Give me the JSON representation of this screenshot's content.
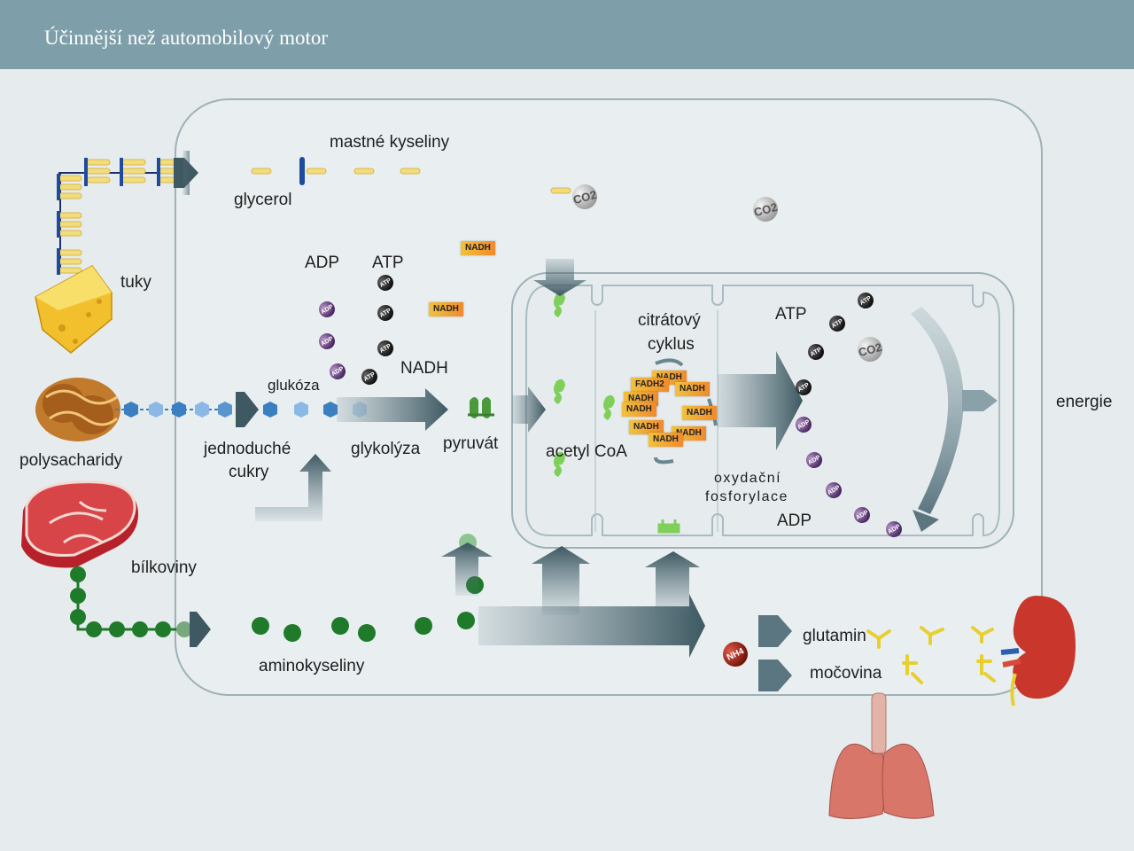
{
  "header": {
    "title": "Účinnější než automobilový motor"
  },
  "labels": {
    "mastne_kyseliny": "mastné kyseliny",
    "glycerol": "glycerol",
    "tuky": "tuky",
    "adp_top": "ADP",
    "atp_top": "ATP",
    "nadh_text": "NADH",
    "glukoza": "glukóza",
    "polysacharidy": "polysacharidy",
    "jednoduche": "jednoduché",
    "cukry": "cukry",
    "glykolyza": "glykolýza",
    "pyruvat": "pyruvát",
    "acetyl_coa": "acetyl CoA",
    "citratovy": "citrátový",
    "cyklus": "cyklus",
    "atp_right": "ATP",
    "adp_right": "ADP",
    "oxydacni": "oxydační",
    "fosforylace": "fosforylace",
    "energie": "energie",
    "bilkoviny": "bílkoviny",
    "aminokyseliny": "aminokyseliny",
    "glutamin": "glutamin",
    "mocovina": "močovina"
  },
  "badges": {
    "nadh": "NADH",
    "fadh": "FADH2"
  },
  "molecules": {
    "atp": "ATP",
    "adp": "ADP",
    "co2": "CO2",
    "nh4": "NH4"
  },
  "colors": {
    "header": "#7e9faa",
    "background": "#e6ecee",
    "arrow": "#5b7680",
    "badge": "#f2a233",
    "atp": "#1a1a1a",
    "adp": "#5a3577",
    "amino_acid": "#1f7a2a",
    "sugar": "#3a7fc0"
  },
  "icons": [
    "cheese-icon",
    "bread-icon",
    "meat-icon",
    "kidney-icon",
    "lungs-icon"
  ]
}
